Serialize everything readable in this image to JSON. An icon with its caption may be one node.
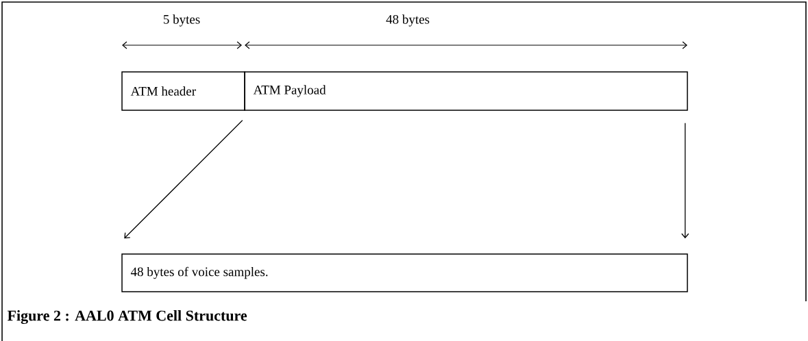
{
  "diagram": {
    "caption": "Figure 2 : AAL0 ATM Cell Structure",
    "nodes": [
      {
        "text": [
          "ATM header"
        ]
      },
      {
        "text": [
          "ATM Payload"
        ]
      },
      {
        "text": [
          "48 bytes of voice samples."
        ]
      }
    ],
    "edges": [
      {
        "from": 0,
        "to": 2,
        "arrow": "to"
      },
      {
        "from": 1,
        "to": 2,
        "arrow": "to"
      }
    ],
    "labels": [
      "5 bytes",
      "48 bytes"
    ]
  }
}
